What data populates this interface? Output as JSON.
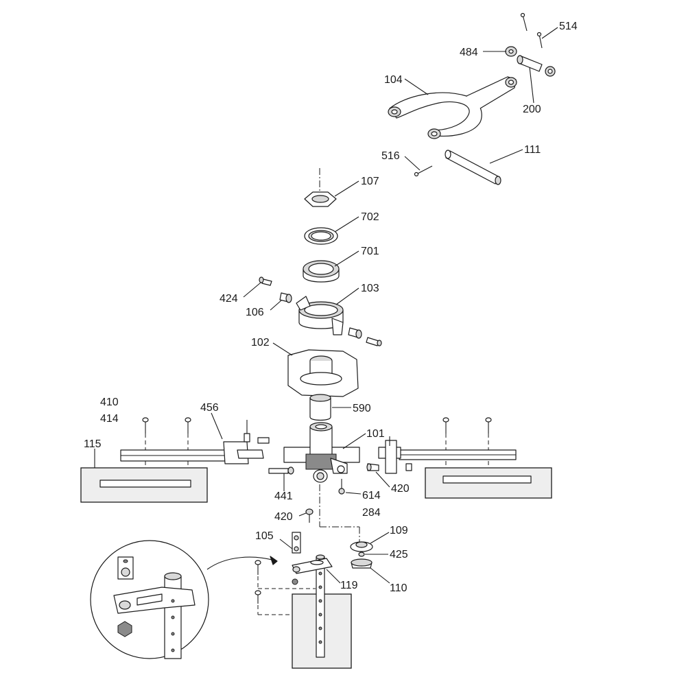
{
  "labels": {
    "p514": "514",
    "p484": "484",
    "p104": "104",
    "p200": "200",
    "p516": "516",
    "p111": "111",
    "p107": "107",
    "p702": "702",
    "p701": "701",
    "p424": "424",
    "p103": "103",
    "p106": "106",
    "p102": "102",
    "p410": "410",
    "p414": "414",
    "p456": "456",
    "p590": "590",
    "p115": "115",
    "p101": "101",
    "p420a": "420",
    "p441": "441",
    "p614": "614",
    "p284": "284",
    "p420b": "420",
    "p109": "109",
    "p105": "105",
    "p425": "425",
    "p119": "119",
    "p110": "110"
  }
}
